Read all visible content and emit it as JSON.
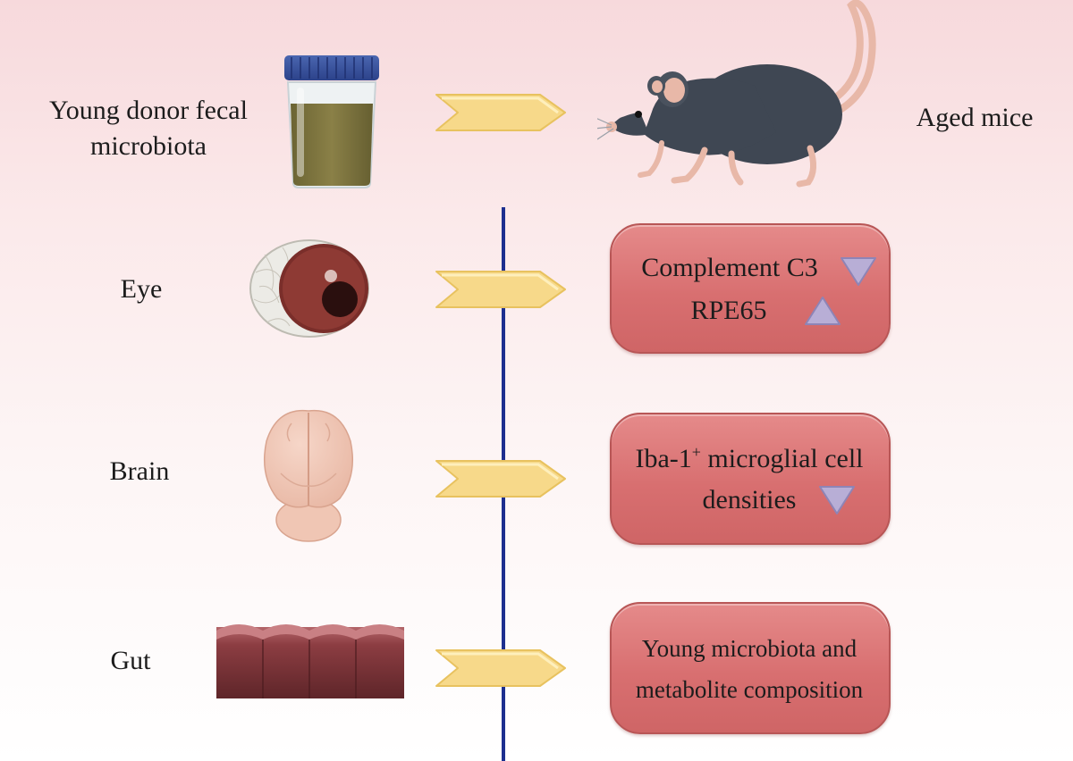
{
  "source_label_line1": "Young donor fecal",
  "source_label_line2": "microbiota",
  "target_label": "Aged mice",
  "rows": [
    {
      "organ": "Eye",
      "finding_line1": "Complement C3",
      "finding_line2": "RPE65"
    },
    {
      "organ": "Brain",
      "finding_line1_base": "Iba-1",
      "finding_line1_sup": "+",
      "finding_line1_rest": " microglial cell",
      "finding_line2": "densities"
    },
    {
      "organ": "Gut",
      "finding_line1": "Young microbiota and",
      "finding_line2": "metabolite composition"
    }
  ],
  "colors": {
    "axis_line": "#1d2f8f",
    "result_box": "#d86f70",
    "arrow": "#f7d98a",
    "triangle": "#b8aed6"
  }
}
